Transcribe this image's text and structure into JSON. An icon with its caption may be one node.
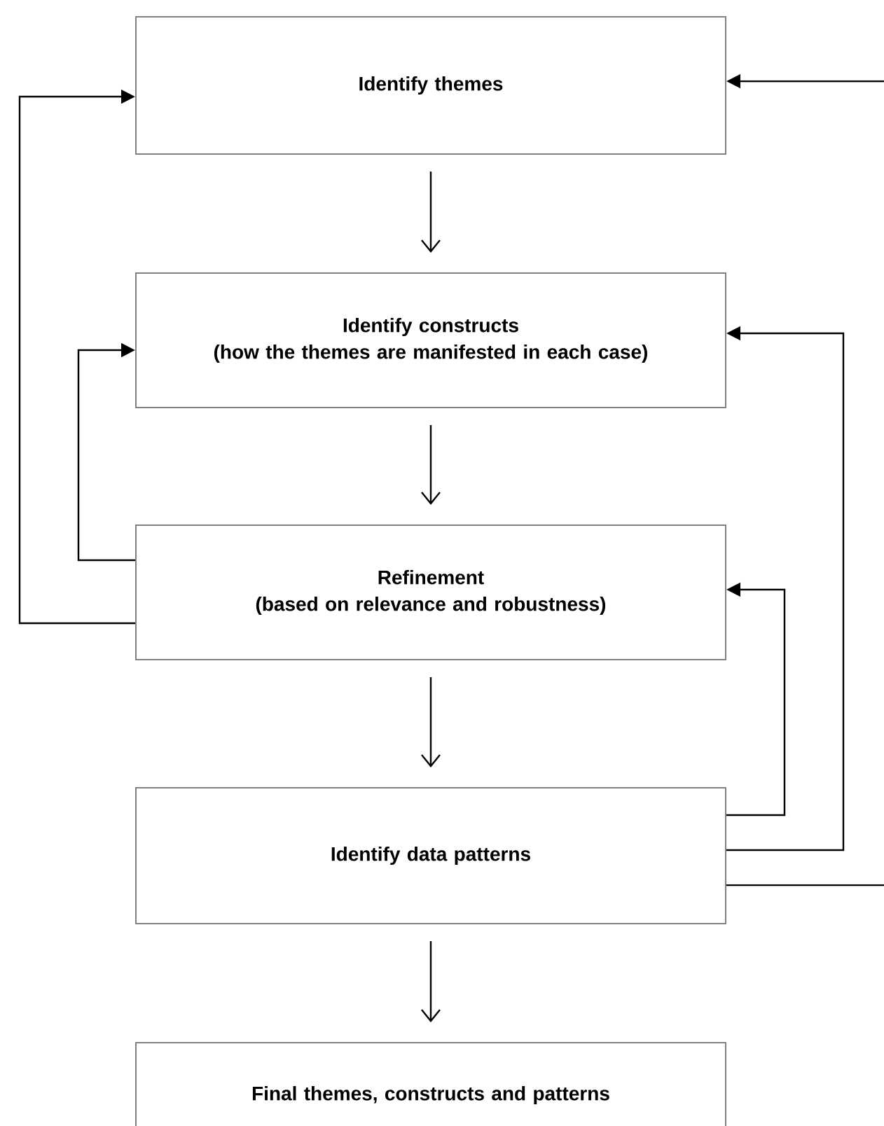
{
  "diagram": {
    "nodes": [
      {
        "text": [
          "Identify themes"
        ]
      },
      {
        "text": [
          "Identify constructs",
          "(how the themes are manifested in each case)"
        ]
      },
      {
        "text": [
          "Refinement",
          "(based on relevance and robustness)"
        ]
      },
      {
        "text": [
          "Identify data patterns"
        ]
      },
      {
        "text": [
          "Final themes, constructs and patterns"
        ]
      }
    ],
    "edges": [
      {
        "from": 0,
        "to": 1,
        "arrow": "to"
      },
      {
        "from": 1,
        "to": 2,
        "arrow": "to"
      },
      {
        "from": 2,
        "to": 3,
        "arrow": "to"
      },
      {
        "from": 3,
        "to": 4,
        "arrow": "to"
      },
      {
        "from": 2,
        "to": 0,
        "arrow": "to"
      },
      {
        "from": 2,
        "to": 1,
        "arrow": "to"
      },
      {
        "from": 3,
        "to": 2,
        "arrow": "to"
      },
      {
        "from": 3,
        "to": 1,
        "arrow": "to"
      },
      {
        "from": 3,
        "to": null,
        "arrow": "none"
      },
      {
        "from": null,
        "to": 0,
        "arrow": "to"
      }
    ]
  }
}
